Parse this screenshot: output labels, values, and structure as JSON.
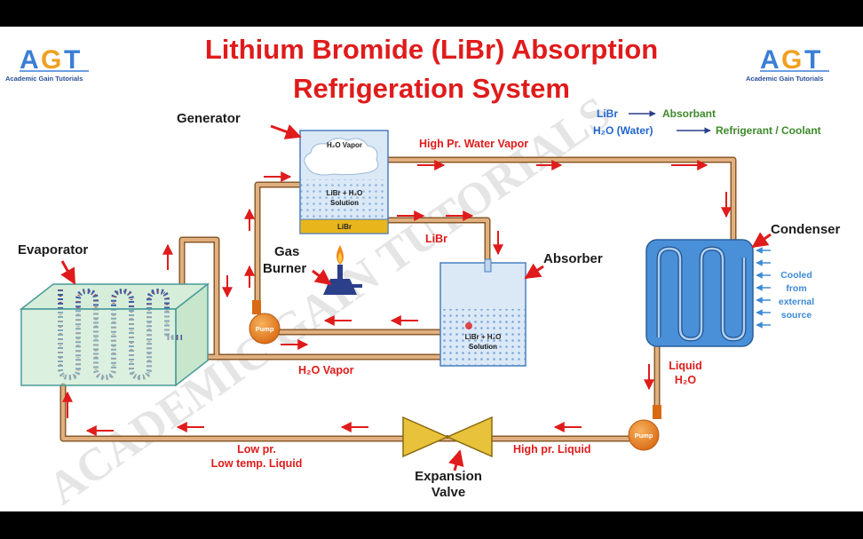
{
  "title": {
    "line1": "Lithium Bromide (LiBr) Absorption",
    "line2": "Refrigeration System"
  },
  "logo": {
    "text_a": "A",
    "text_g": "G",
    "text_t": "T",
    "subtitle": "Academic Gain Tutorials"
  },
  "watermark": "ACADEMIC GAIN TUTORIALS",
  "legend": {
    "row1_key": "LiBr",
    "row1_value": "Absorbant",
    "row2_key": "H₂O (Water)",
    "row2_value": "Refrigerant / Coolant"
  },
  "components": {
    "generator": "Generator",
    "generator_vapor": "H₂O Vapor",
    "generator_solution_1": "LiBr + H₂O",
    "generator_solution_2": "Solution",
    "generator_libr": "LiBr",
    "gas_burner_1": "Gas",
    "gas_burner_2": "Burner",
    "absorber": "Absorber",
    "absorber_solution_1": "LiBr + H₂O",
    "absorber_solution_2": "Solution",
    "condenser": "Condenser",
    "evaporator": "Evaporator",
    "pump_1": "Pump",
    "pump_2": "Pump",
    "expansion_valve_1": "Expansion",
    "expansion_valve_2": "Valve"
  },
  "flow_labels": {
    "high_pr_vapor": "High Pr. Water Vapor",
    "libr": "LiBr",
    "h2o_vapor": "H₂O Vapor",
    "liquid_1": "Liquid",
    "liquid_2": "H₂O",
    "high_pr_liquid": "High pr. Liquid",
    "low_pr_1": "Low pr.",
    "low_pr_2": "Low temp. Liquid"
  },
  "cooling": {
    "line1": "Cooled",
    "line2": "from",
    "line3": "external",
    "line4": "source"
  },
  "colors": {
    "title": "#e01b1b",
    "pipe": "#c98a4b",
    "arrow": "#e01b1b",
    "condenser": "#4a90d9",
    "evaporator_tank": "#bfe3c4",
    "libr_band": "#e8b51c",
    "expansion_valve": "#e8c23a",
    "pump": "#e07a20",
    "logo_blue": "#3a7fd5",
    "logo_orange": "#f0a020"
  }
}
